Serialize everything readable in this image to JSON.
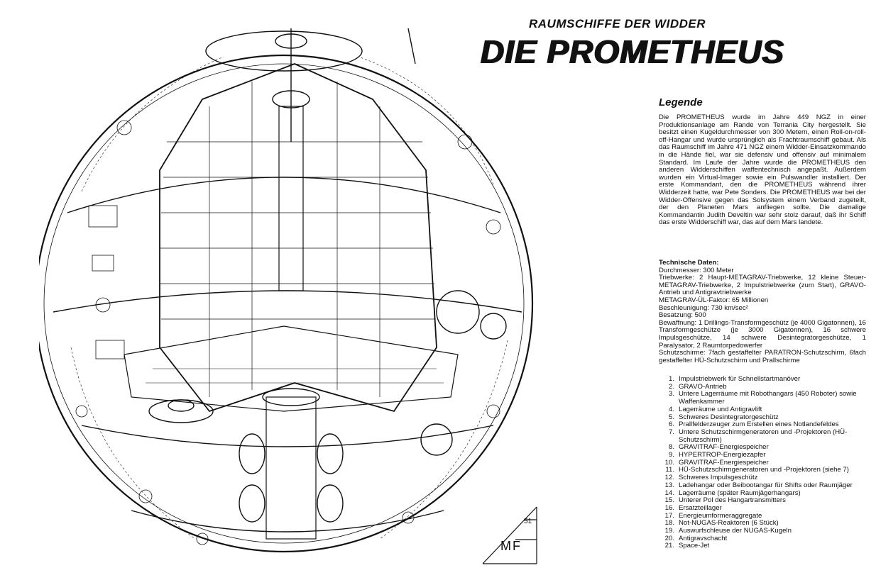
{
  "header": {
    "series": "RAUMSCHIFFE DER WIDDER",
    "title": "DIE PROMETHEUS"
  },
  "legend": {
    "heading": "Legende",
    "intro": "Die PROMETHEUS wurde im Jahre 449 NGZ in einer Produktionsanlage am Rande von Terrania City hergestellt. Sie besitzt einen Kugeldurchmesser von 300 Metern, einen Roll-on-roll-off-Hangar und wurde ursprünglich als Frachtraumschiff gebaut. Als das Raumschiff im Jahre 471 NGZ einem Widder-Einsatzkommando in die Hände fiel, war sie defensiv und offensiv auf minimalem Standard. Im Laufe der Jahre wurde die PROMETHEUS den anderen Widderschiffen waffentechnisch angepaßt. Außerdem wurden ein Virtual-Imager sowie ein Pulswandler installiert. Der erste Kommandant, den die PROMETHEUS während ihrer Widderzeit hatte, war Pete Sonders. Die PROMETHEUS war bei der Widder-Offensive gegen das Solsystem einem Verband zugeteilt, der den Planeten Mars anfliegen sollte. Die damalige Kommandantin Judith Develtin war sehr stolz darauf, daß ihr Schiff das erste Widderschiff war, das auf dem Mars landete."
  },
  "tech": {
    "heading": "Technische Daten:",
    "lines": [
      "Durchmesser: 300 Meter",
      "Triebwerke: 2 Haupt-METAGRAV-Triebwerke, 12 kleine Steuer-METAGRAV-Triebwerke, 2 Impulstriebwerke (zum Start), GRAVO-Antrieb und Antigravtriebwerke",
      "METAGRAV-ÜL-Faktor: 65 Millionen",
      "Beschleunigung: 730 km/sec²",
      "Besatzung: 500",
      "Bewaffnung: 1 Drillings-Transformgeschütz (je 4000 Gigatonnen), 16 Transformgeschütze (je 3000 Gigatonnen), 16 schwere Impulsgeschütze, 14 schwere Desintegratorgeschütze, 1 Paralysator, 2 Raumtorpedowerfer",
      "Schutzschirme: 7fach gestaffelter PARATRON-Schutzschirm, 6fach gestaffelter HÜ-Schutzschirm und Prallschirme"
    ]
  },
  "items": [
    {
      "n": "1.",
      "t": "Impulstriebwerk für Schnellstartmanöver"
    },
    {
      "n": "2.",
      "t": "GRAVO-Antrieb"
    },
    {
      "n": "3.",
      "t": "Untere Lagerräume mit Robothangars (450 Roboter) sowie Waffenkammer"
    },
    {
      "n": "4.",
      "t": "Lagerräume und Antigravlift"
    },
    {
      "n": "5.",
      "t": "Schweres Desintegratorgeschütz"
    },
    {
      "n": "6.",
      "t": "Prallfelderzeuger zum Erstellen eines Notlandefeldes"
    },
    {
      "n": "7.",
      "t": "Untere Schutzschirmgeneratoren und -Projektoren (HÜ-Schutzschirm)"
    },
    {
      "n": "8.",
      "t": "GRAVITRAF-Energiespeicher"
    },
    {
      "n": "9.",
      "t": "HYPERTROP-Energiezapfer"
    },
    {
      "n": "10.",
      "t": "GRAVITRAF-Energiespeicher"
    },
    {
      "n": "11.",
      "t": "HÜ-Schutzschirmgeneratoren und -Projektoren (siehe 7)"
    },
    {
      "n": "12.",
      "t": "Schweres Impulsgeschütz"
    },
    {
      "n": "13.",
      "t": "Ladehangar oder Beibootangar für Shifts oder Raumjäger"
    },
    {
      "n": "14.",
      "t": "Lagerräume (später Raumjägerhangars)"
    },
    {
      "n": "15.",
      "t": "Unterer Pol des Hangartransmitters"
    },
    {
      "n": "16.",
      "t": "Ersatzteillager"
    },
    {
      "n": "17.",
      "t": "Energieumformeraggregate"
    },
    {
      "n": "18.",
      "t": "Not-NUGAS-Reaktoren (6 Stück)"
    },
    {
      "n": "19.",
      "t": "Auswurfschleuse der NUGAS-Kugeln"
    },
    {
      "n": "20.",
      "t": "Antigravschacht"
    },
    {
      "n": "21.",
      "t": "Space-Jet"
    }
  ],
  "footer": {
    "page_number": "51",
    "logo_text": "MF"
  }
}
